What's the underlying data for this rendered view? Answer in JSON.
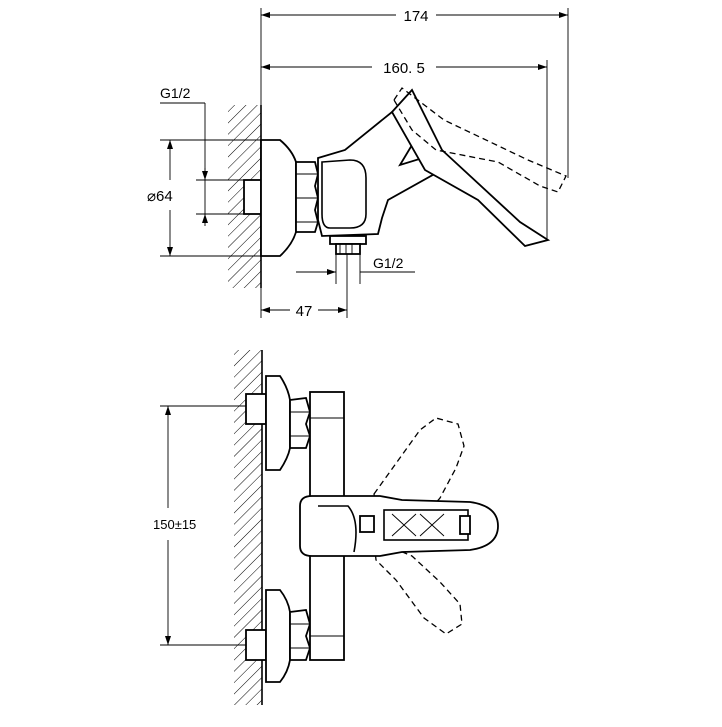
{
  "drawing": {
    "dimensions": {
      "overall_length": "174",
      "spout_length": "160. 5",
      "inlet_thread": "G1/2",
      "outlet_thread": "G1/2",
      "escutcheon_diameter": "⌀64",
      "wall_offset": "47",
      "center_distance": "150±15"
    }
  }
}
